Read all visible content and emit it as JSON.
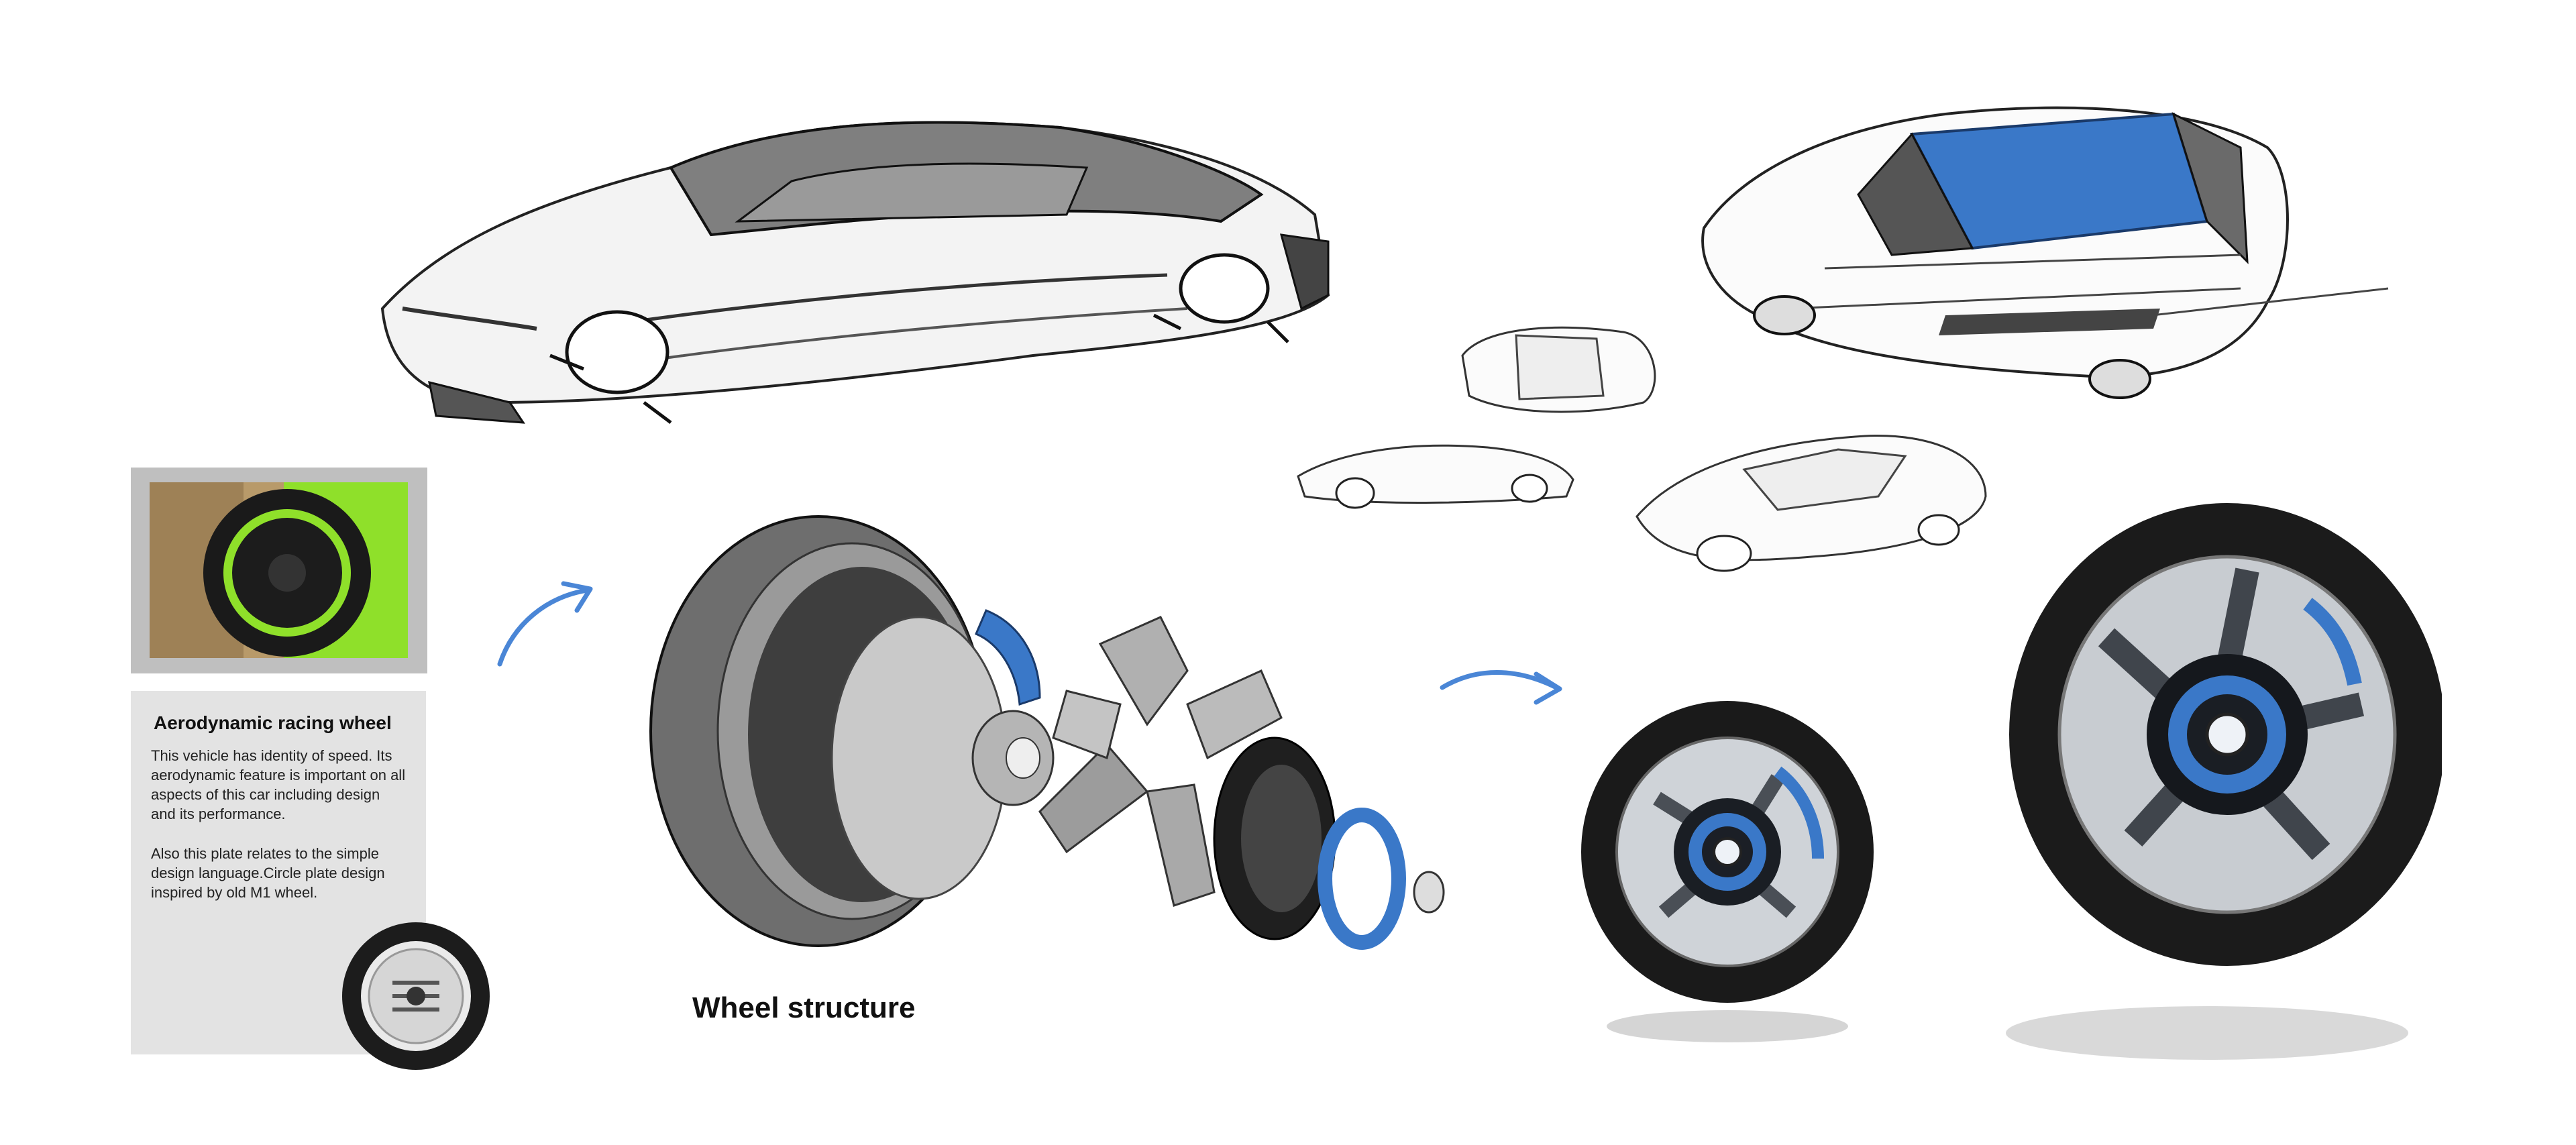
{
  "card": {
    "title": "Aerodynamic racing wheel",
    "para1": "This vehicle has identity of speed. Its aerodynamic feature is important on all aspects of this car including design and its performance.",
    "para2": "Also this plate relates to the simple design language.Circle plate design inspired by old M1 wheel."
  },
  "wheel_structure_label": "Wheel structure",
  "colors": {
    "accent_blue": "#3a78c8",
    "card_bg": "#e3e3e3",
    "photo_frame": "#bfbfbf",
    "lime": "#8fe02a"
  }
}
